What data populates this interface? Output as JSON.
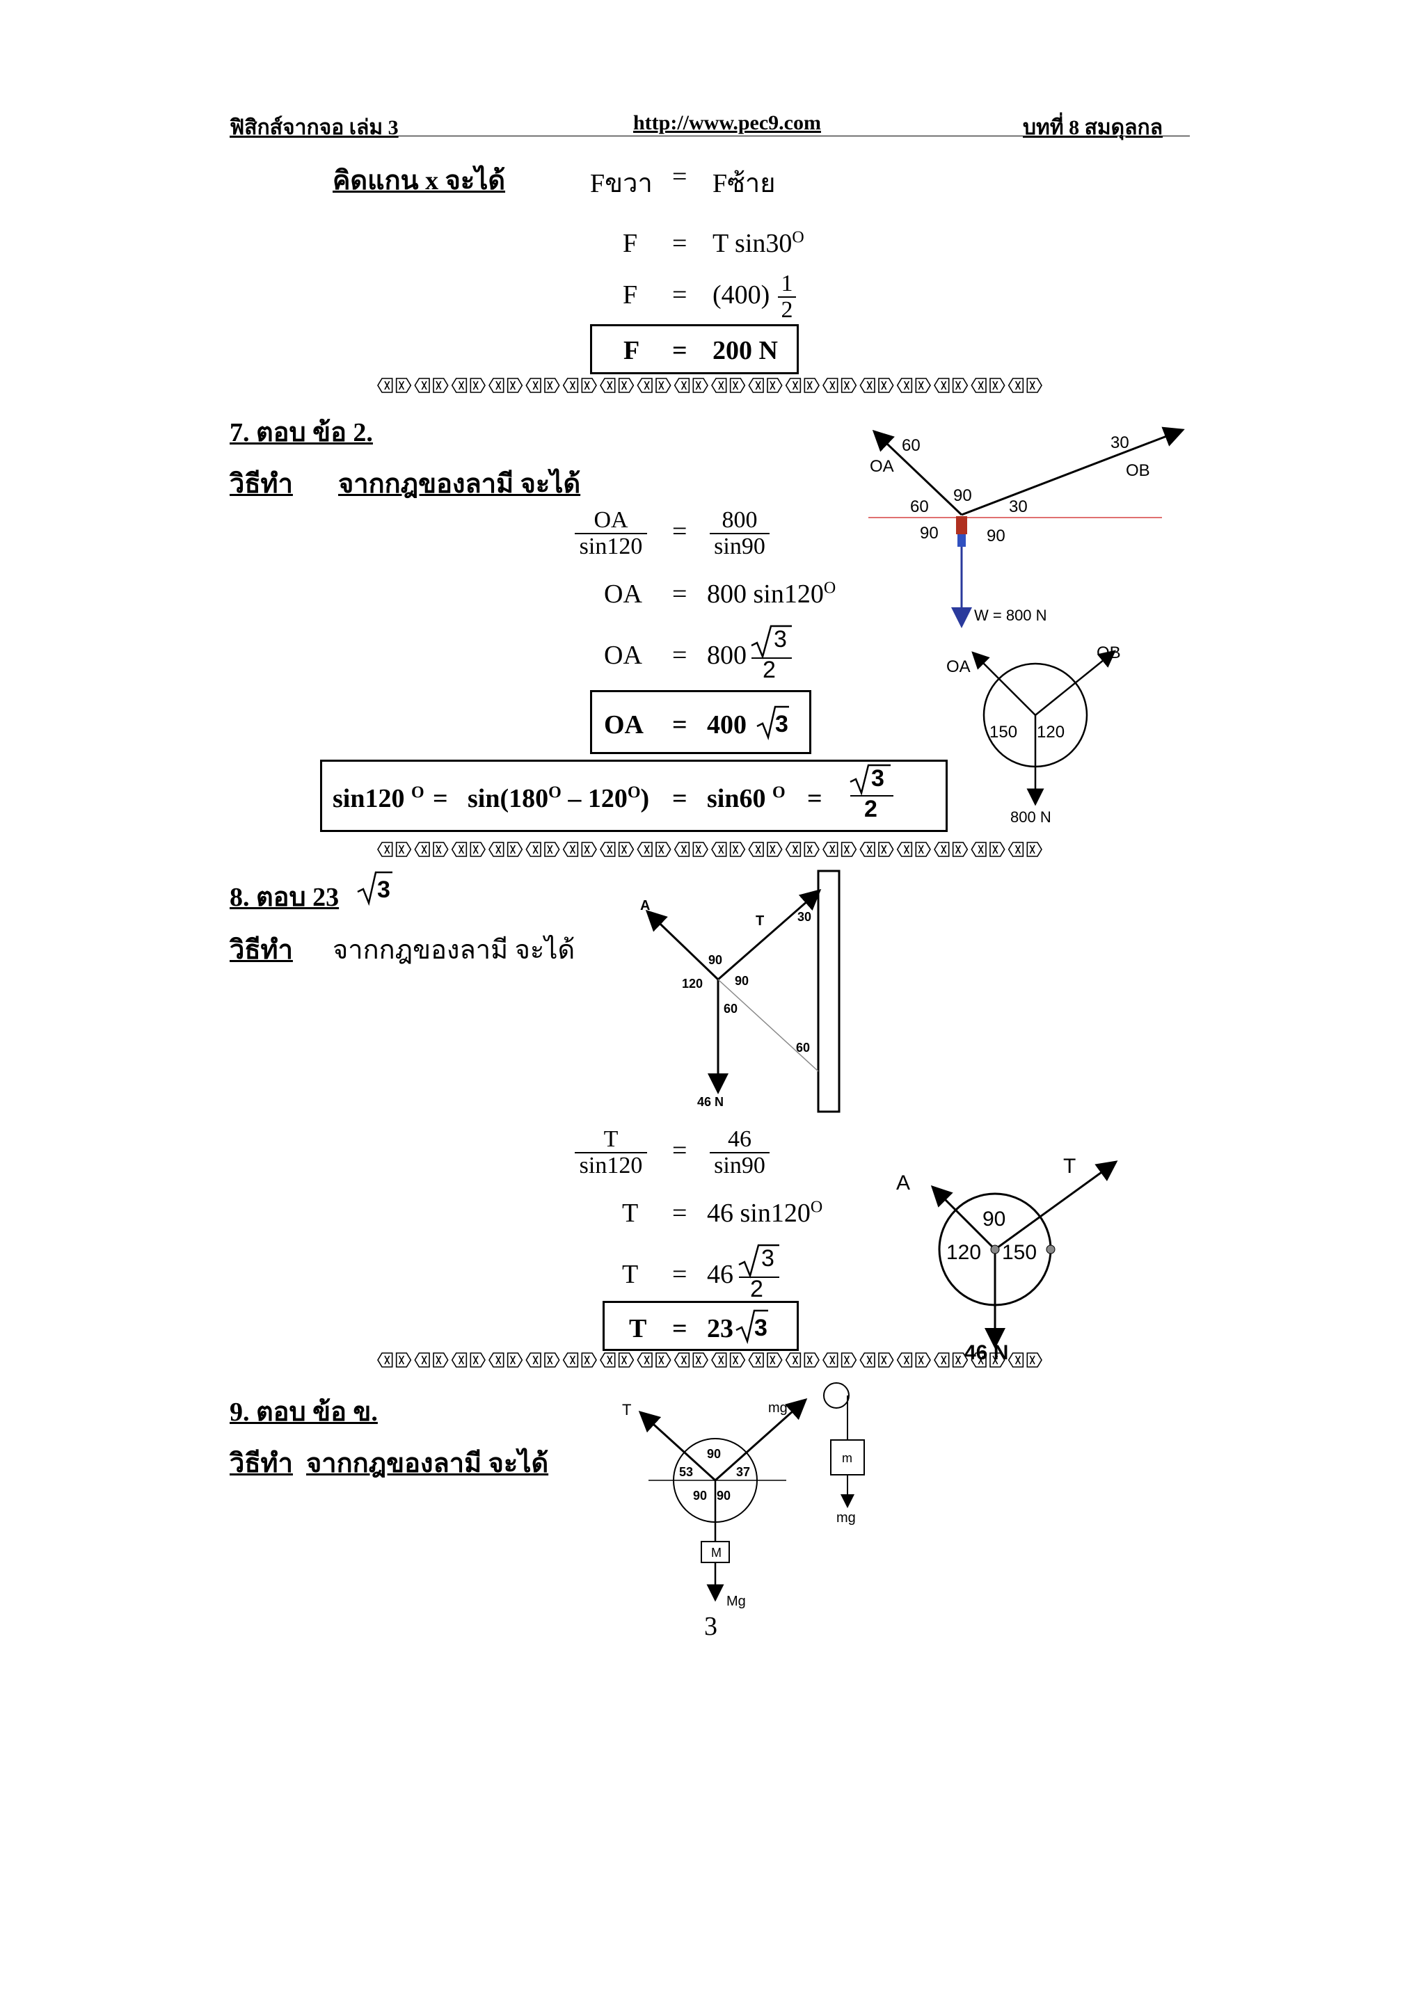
{
  "header": {
    "left": "ฟิสิกส์จากจอ เล่ม 3",
    "center": "http://www.pec9.com",
    "right": "บทที่  8  สมดุลกล"
  },
  "top_section": {
    "label": "คิดแกน x จะได้",
    "eq1_lhs": "Fขวา",
    "eq1_rhs": "Fซ้าย",
    "eq2_lhs": "F",
    "eq2_rhs": "T sin30",
    "eq3_lhs": "F",
    "eq3_rhs": "(400)",
    "eq3_frac_n": "1",
    "eq3_frac_d": "2",
    "result_lhs": "F",
    "result_rhs": "200  N",
    "equals": "=",
    "degree": "O"
  },
  "q7": {
    "title": "7.  ตอบ  ข้อ 2.",
    "method_label": "วิธีทำ",
    "method_text": "จากกฎของลามี  จะได้",
    "f1_n": "OA",
    "f1_d": "sin120",
    "f2_n": "800",
    "f2_d": "sin90",
    "eq2_lhs": "OA",
    "eq2_rhs": "800 sin120",
    "eq3_lhs": "OA",
    "eq3_rhs": "800",
    "sqrt_val": "3",
    "den": "2",
    "result_lhs": "OA",
    "result_rhs": "400",
    "identity_a": "sin120",
    "identity_b": "sin(180",
    "identity_c": "– 120",
    "identity_d": "sin60",
    "diagram1": {
      "oa": "OA",
      "ob": "OB",
      "a60": "60",
      "a30": "30",
      "a90": "90",
      "a90b": "90",
      "a60b": "60",
      "a30b": "30",
      "a90c": "90",
      "a90d": "90",
      "w": "W = 800  N"
    },
    "diagram2": {
      "oa": "OA",
      "ob": "OB",
      "a150": "150",
      "a120": "120",
      "w": "800 N"
    }
  },
  "q8": {
    "title": "8.  ตอบ  23",
    "title_sqrt": "3",
    "method_label": "วิธีทำ",
    "method_text": "จากกฎของลามี  จะได้",
    "f1_n": "T",
    "f1_d": "sin120",
    "f2_n": "46",
    "f2_d": "sin90",
    "eq2_lhs": "T",
    "eq2_rhs": "46 sin120",
    "eq3_lhs": "T",
    "eq3_rhs": "46",
    "sqrt_val": "3",
    "den": "2",
    "result_lhs": "T",
    "result_rhs": "23",
    "diagram1": {
      "a": "A",
      "t": "T",
      "a30": "30",
      "a90": "90",
      "a120": "120",
      "a90b": "90",
      "a60": "60",
      "a60b": "60",
      "w": "46 N"
    },
    "diagram2": {
      "a": "A",
      "t": "T",
      "a90": "90",
      "a120": "120",
      "a150": "150",
      "w": "46 N"
    }
  },
  "q9": {
    "title": "9.  ตอบ  ข้อ ข.",
    "method_label": "วิธีทำ",
    "method_text": "จากกฎของลามี  จะได้",
    "diagram": {
      "t": "T",
      "mg": "mg",
      "a90": "90",
      "a53": "53",
      "a37": "37",
      "a90b": "90",
      "a90c": "90",
      "m_big": "M",
      "mg_big": "Mg",
      "m_small": "m",
      "mg_small": "mg"
    }
  },
  "page_number": "3",
  "separator_glyphs": "⌫⌦⌫⌦ ⌫⌦ ⌫⌦ ⌫⌦ ⌫⌦ ⌫⌦ ⌫⌦ ⌫⌦ ⌫⌦ ⌫⌦ ⌫⌦ ⌫⌦ ⌫⌦ ⌫⌦ ⌫⌦ ⌫⌦ ⌫⌦"
}
